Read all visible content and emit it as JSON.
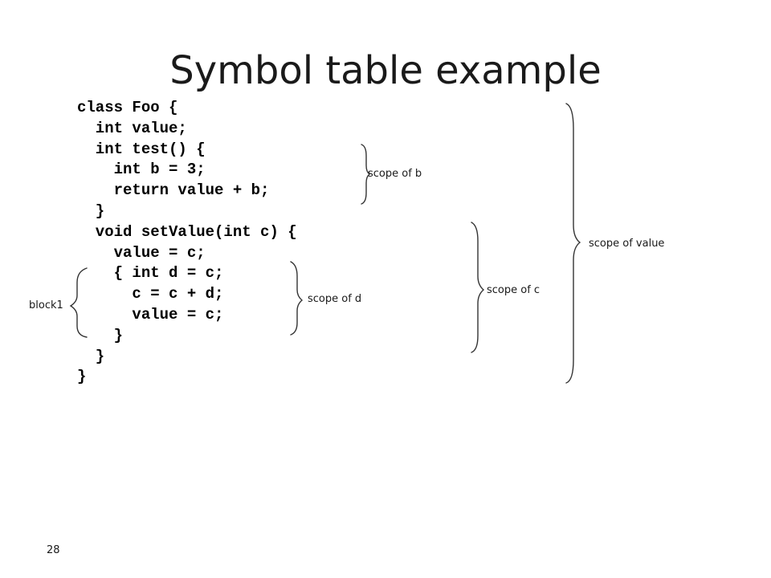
{
  "slide": {
    "title": "Symbol table example",
    "code_lines": [
      "class Foo {",
      "  int value;",
      "  int test() {",
      "    int b = 3;",
      "    return value + b;",
      "  }",
      "  void setValue(int c) {",
      "    value = c;",
      "    { int d = c;",
      "      c = c + d;",
      "      value = c;",
      "    }",
      "  }",
      "}"
    ],
    "annotations": {
      "scope_b": "scope of b",
      "scope_value": "scope of value",
      "scope_c": "scope of c",
      "scope_d": "scope of d",
      "block1": "block1"
    },
    "page_number": "28"
  },
  "colors": {
    "text": "#000000",
    "brace": "#333333",
    "background": "#ffffff"
  }
}
